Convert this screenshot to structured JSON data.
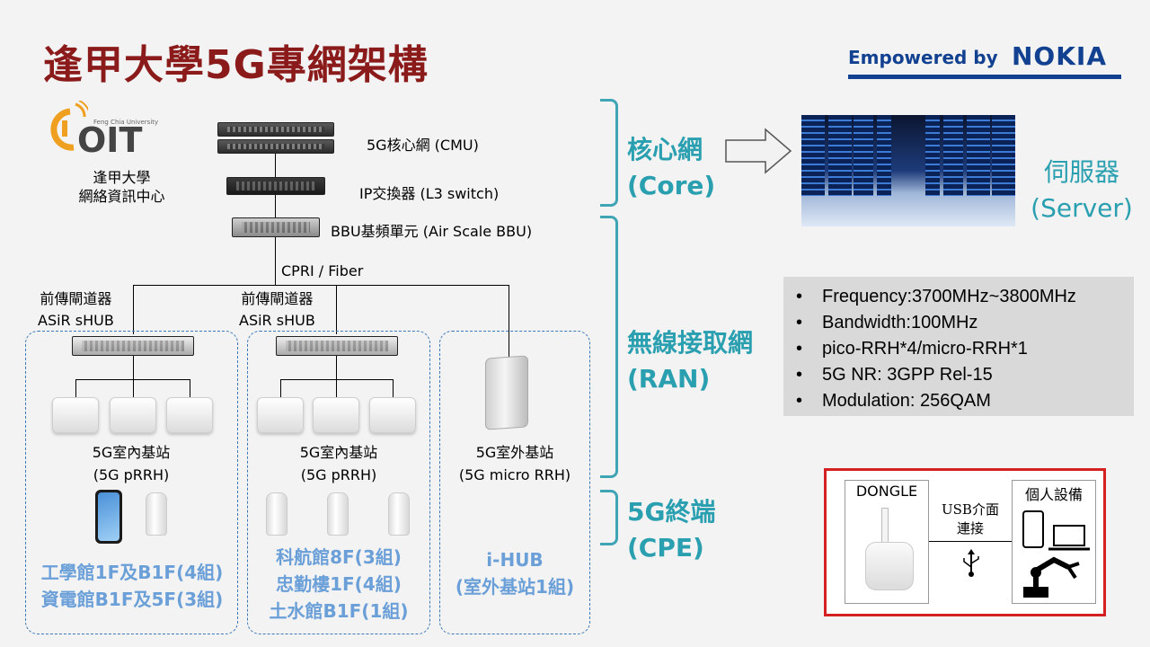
{
  "title": "逢甲大學5G專網架構",
  "brand": {
    "prefix": "Empowered by",
    "name": "NOKIA"
  },
  "logo": {
    "university_en": "Feng Chia University",
    "abbr": "OIT",
    "line1": "逢甲大學",
    "line2": "網絡資訊中心"
  },
  "core_stack": {
    "cmu": "5G核心網 (CMU)",
    "switch": "IP交換器 (L3 switch)",
    "bbu": "BBU基頻單元 (Air Scale BBU)",
    "link": "CPRI / Fiber"
  },
  "hubs": [
    {
      "name": "前傳閘道器",
      "model": "ASiR sHUB"
    },
    {
      "name": "前傳閘道器",
      "model": "ASiR sHUB"
    }
  ],
  "groups": [
    {
      "station": "5G室內基站",
      "type": "(5G pRRH)",
      "locations": [
        "工學館1F及B1F(4組)",
        "資電館B1F及5F(3組)"
      ]
    },
    {
      "station": "5G室內基站",
      "type": "(5G pRRH)",
      "locations": [
        "科航館8F(3組)",
        "忠勤樓1F(4組)",
        "土水館B1F(1組)"
      ]
    },
    {
      "station": "5G室外基站",
      "type": "(5G micro RRH)",
      "locations": [
        "i-HUB",
        "(室外基站1組)"
      ]
    }
  ],
  "layers": [
    {
      "zh": "核心網",
      "en": "(Core)"
    },
    {
      "zh": "無線接取網",
      "en": "(RAN)"
    },
    {
      "zh": "5G終端",
      "en": "(CPE)"
    }
  ],
  "server": {
    "zh": "伺服器",
    "en": "(Server)"
  },
  "specs": [
    "Frequency:3700MHz~3800MHz",
    "Bandwidth:100MHz",
    "pico-RRH*4/micro-RRH*1",
    "5G NR: 3GPP Rel-15",
    "Modulation: 256QAM"
  ],
  "cpe_box": {
    "dongle": "DONGLE",
    "usb1": "USB介面",
    "usb2": "連接",
    "personal": "個人設備"
  },
  "colors": {
    "title": "#8b1a1a",
    "teal": "#2a9fb0",
    "location": "#6a9fd8",
    "nokia": "#124191",
    "red_frame": "#d42020"
  }
}
